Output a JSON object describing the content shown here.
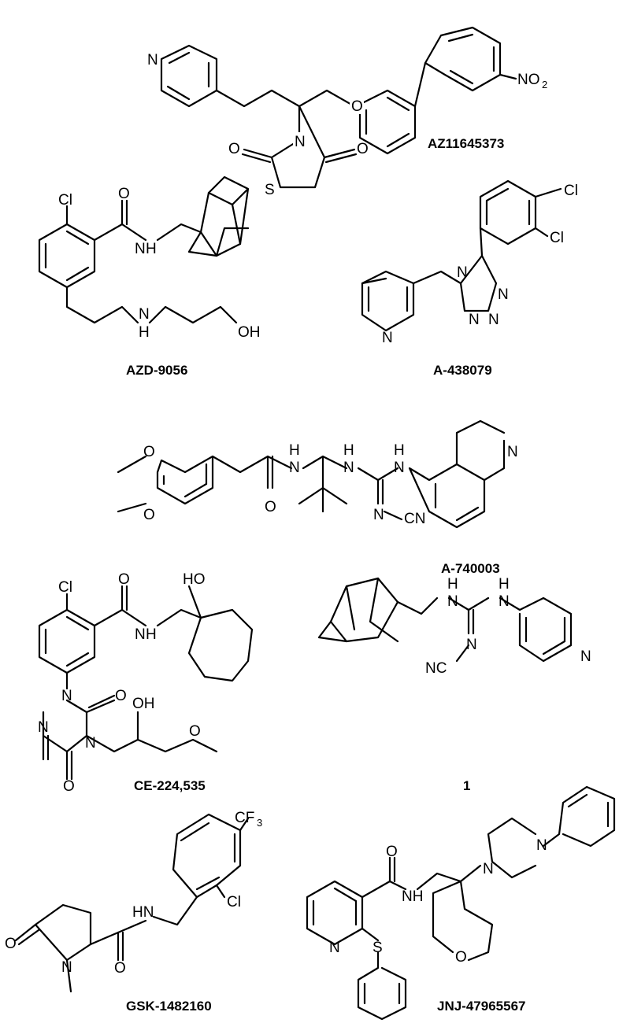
{
  "compounds": [
    {
      "name": "AZ11645373"
    },
    {
      "name": "AZD-9056"
    },
    {
      "name": "A-438079"
    },
    {
      "name": "A-740003"
    },
    {
      "name": "CE-224,535"
    },
    {
      "name": "1"
    },
    {
      "name": "GSK-1482160"
    },
    {
      "name": "JNJ-47965567"
    }
  ],
  "atom_labels": {
    "N": "N",
    "O": "O",
    "S": "S",
    "Cl": "Cl",
    "NH": "NH",
    "H": "H",
    "HN": "HN",
    "OH": "OH",
    "HO": "HO",
    "NO2_main": "NO",
    "NO2_sub": "2",
    "CF3_main": "CF",
    "CF3_sub": "3",
    "CN": "CN",
    "NC": "NC"
  }
}
